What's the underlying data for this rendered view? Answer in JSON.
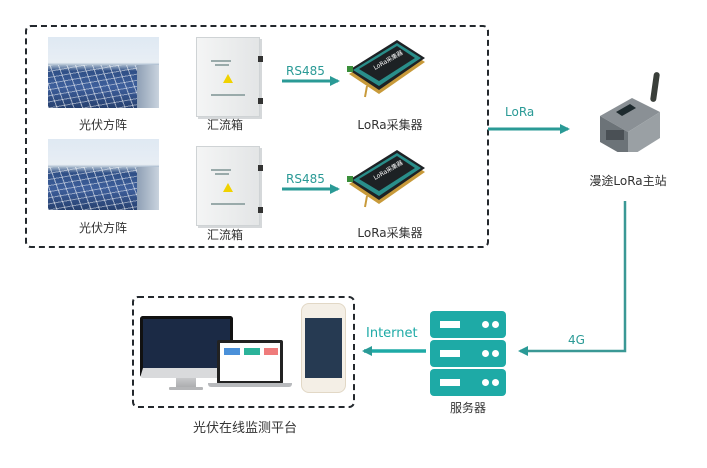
{
  "diagram": {
    "title": "光伏在线监测平台 LoRa 组网示意",
    "colors": {
      "accent": "#2a9a96",
      "server": "#1eaaa6",
      "dash_border": "#23282d",
      "text": "#333333"
    },
    "rows": [
      {
        "solar_label": "光伏方阵",
        "combiner_label": "汇流箱",
        "link_label": "RS485",
        "collector_label": "LoRa采集器"
      },
      {
        "solar_label": "光伏方阵",
        "combiner_label": "汇流箱",
        "link_label": "RS485",
        "collector_label": "LoRa采集器"
      }
    ],
    "lora_link_label": "LoRa",
    "master_station_label": "漫途LoRa主站",
    "uplink_label": "4G",
    "server_label": "服务器",
    "internet_label": "Internet",
    "platform_label": "光伏在线监测平台",
    "icons": {
      "solar": "solar-panel-array-photo",
      "combiner": "combiner-box-photo",
      "collector": "lora-collector-device-photo",
      "station": "lora-master-station-device-photo",
      "server": "server-stack-icon",
      "platform": "desktop-laptop-phone-screens"
    }
  }
}
